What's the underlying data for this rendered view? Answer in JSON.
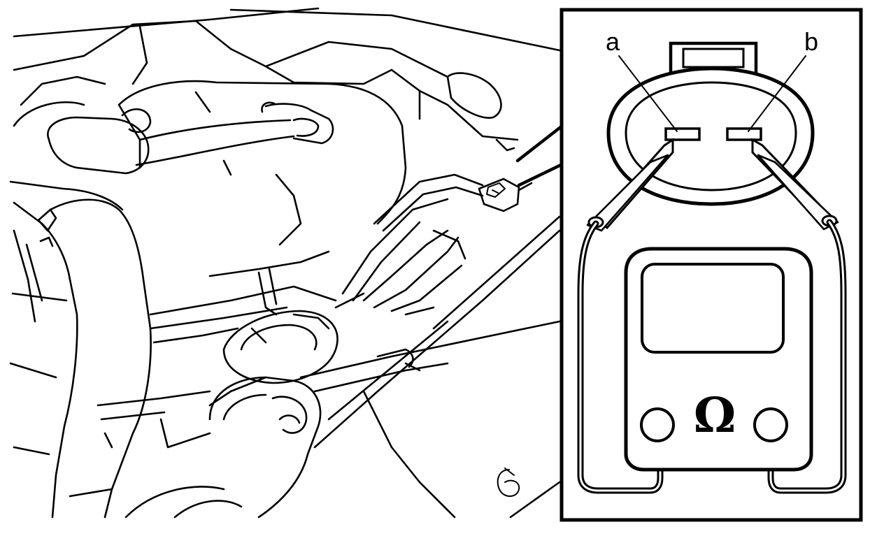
{
  "diagram": {
    "terminal_a_label": "a",
    "terminal_b_label": "b",
    "meter_symbol": "Ω",
    "figure_mark": "6",
    "colors": {
      "ink": "#000000",
      "paper": "#ffffff"
    }
  }
}
